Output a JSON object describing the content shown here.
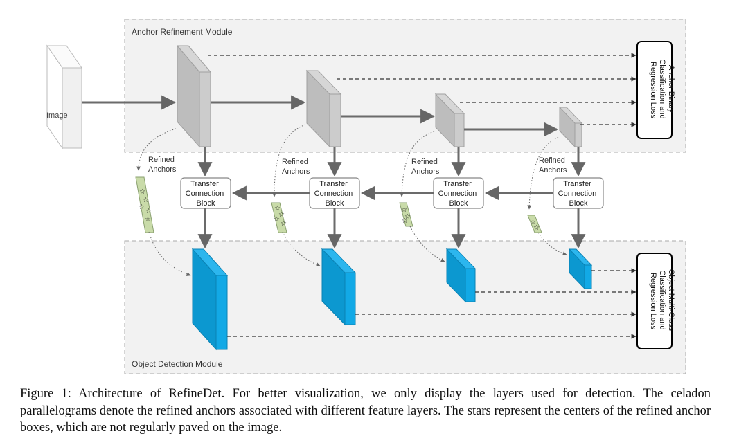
{
  "modules": {
    "anchor_refinement": "Anchor Refinement Module",
    "object_detection": "Object Detection Module"
  },
  "input_label": "Image",
  "refined_anchors_label": [
    "Refined",
    "Anchors"
  ],
  "tcb_label": [
    "Transfer",
    "Connection",
    "Block"
  ],
  "arm_loss_label": [
    "Anchor Binary",
    "Classification and",
    "Regression Loss"
  ],
  "odm_loss_label": [
    "Object Multi-Class",
    "Classification and",
    "Regression Loss"
  ],
  "colors": {
    "arm_layer": "#c8c8c8",
    "odm_layer": "#12a9e6",
    "celadon": "#c9dba9",
    "arrow": "#6b6b6b",
    "module_bg": "#f2f2f2"
  },
  "caption": "Figure 1: Architecture of RefineDet. For better visualization, we only display the layers used for detection. The celadon parallelograms denote the refined anchors associated with different feature layers. The stars represent the centers of the refined anchor boxes, which are not regularly paved on the image."
}
